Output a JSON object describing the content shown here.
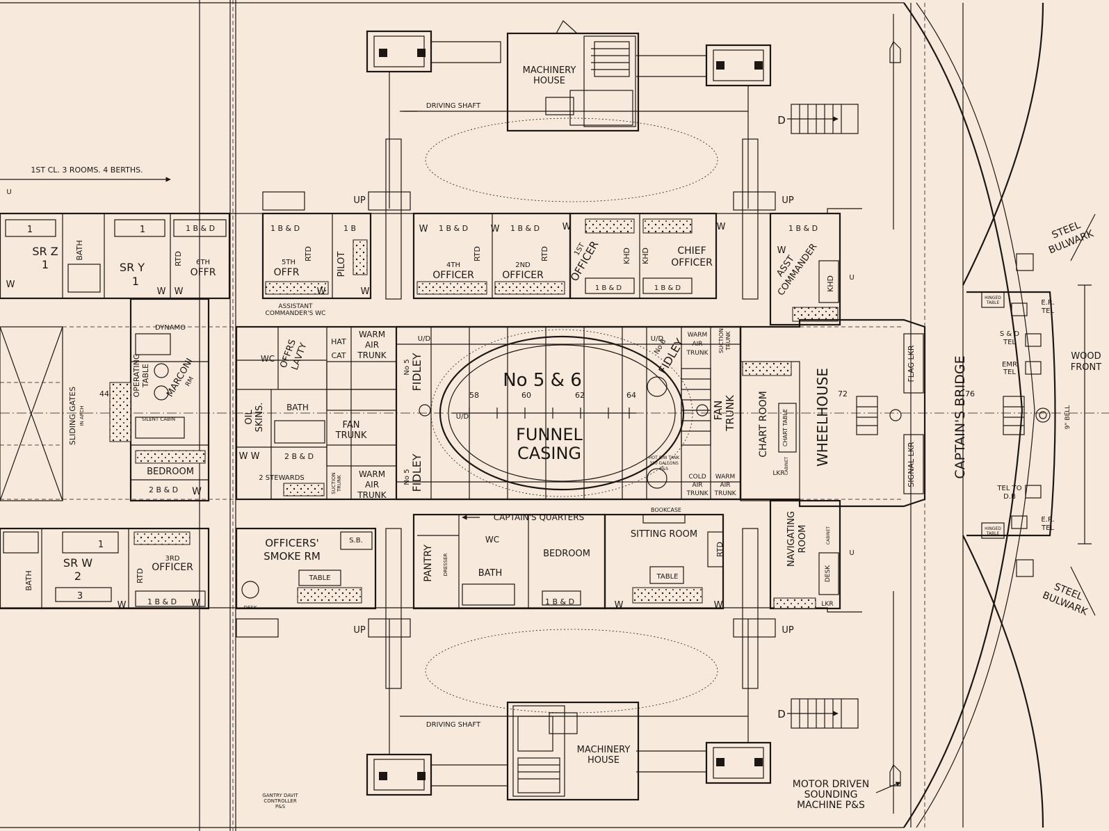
{
  "colors": {
    "paper": "#f7eadd",
    "ink": "#1c1712"
  },
  "labels": {
    "machinery_house_top": [
      "MACHINERY",
      "HOUSE"
    ],
    "machinery_house_bottom": [
      "MACHINERY",
      "HOUSE"
    ],
    "driving_shaft_top": "DRIVING SHAFT",
    "driving_shaft_bottom": "DRIVING SHAFT",
    "first_class_note": "1ST CL. 3 ROOMS.  4 BERTHS.",
    "steel_bulwark_top": [
      "STEEL",
      "BULWARK"
    ],
    "steel_bulwark_bottom": [
      "STEEL",
      "BULWARK"
    ],
    "wood_front": [
      "WOOD",
      "FRONT"
    ],
    "funnel_number": "No 5 & 6",
    "funnel_casing": [
      "FUNNEL",
      "CASING"
    ],
    "frame_numbers": [
      "58",
      "60",
      "62",
      "64"
    ],
    "frame_44": "44",
    "frame_72": "72",
    "frame_76": "76",
    "wheelhouse": "WHEELHOUSE",
    "captains_bridge": "CAPTAIN'S BRIDGE",
    "chart_room": "CHART ROOM",
    "chart_table": "CHART TABLE",
    "flag_lkr": "FLAG LKR",
    "signal_lkr": "SIGNAL LKR",
    "bell": "9\" BELL",
    "captains_quarters": "CAPTAIN'S QUARTERS",
    "sitting_room": "SITTING ROOM",
    "bedroom_captain": "BEDROOM",
    "bath_captain": "BATH",
    "pantry": "PANTRY",
    "dresser": "DRESSER",
    "bookcase": "BOOKCASE",
    "table": "TABLE",
    "officers_smoke_room": [
      "OFFICERS'",
      "SMOKE RM"
    ],
    "sb": "S.B.",
    "desk": "DESK",
    "navigating_room": [
      "NAVIGATING",
      "ROOM"
    ],
    "cabinet": "CABINET",
    "lkr": "LKR",
    "khd": "KHD",
    "rtd": "RTD",
    "w": "W",
    "wc": "WC",
    "up": "UP",
    "d": "D",
    "u": "U",
    "ud": "U/D",
    "one_b_and_d": "1 B & D",
    "one_b": "1 B",
    "two_b_and_d": "2 B & D",
    "one": "1",
    "three": "3",
    "bath": "BATH",
    "sr_z": [
      "SR Z",
      "1"
    ],
    "sr_y": [
      "SR Y",
      "1"
    ],
    "sr_w": [
      "SR W",
      "2"
    ],
    "sixth_officer": [
      "6TH",
      "OFFR"
    ],
    "fifth_officer": [
      "5TH",
      "OFFR"
    ],
    "pilot": "PILOT",
    "fourth_officer": [
      "4TH",
      "OFFICER"
    ],
    "second_officer": [
      "2ND",
      "OFFICER"
    ],
    "first_officer": [
      "1ST",
      "OFFICER"
    ],
    "chief_officer": [
      "CHIEF",
      "OFFICER"
    ],
    "asst_commander": [
      "ASST",
      "COMMANDER"
    ],
    "third_officer": [
      "3RD",
      "OFFICER"
    ],
    "assistant_commanders_wc": [
      "ASSISTANT",
      "COMMANDER'S WC"
    ],
    "officers_lavatory": [
      "OFFRS",
      "LAVTY"
    ],
    "hat": "HAT",
    "cat": "CAT",
    "warm_air_trunk": [
      "WARM",
      "AIR",
      "TRUNK"
    ],
    "cold_air_trunk": [
      "COLD",
      "AIR",
      "TRUNK"
    ],
    "fidley": "FIDLEY",
    "fidley_no5": "No 5",
    "fidley_no6": "No 6",
    "fan_trunk": [
      "FAN",
      "TRUNK"
    ],
    "suction_trunk": [
      "SUCTION",
      "TRUNK"
    ],
    "hot_sw_tank": [
      "HOT S/W TANK",
      "310 GALLONS",
      "P&S"
    ],
    "oil_skins": [
      "OIL",
      "SKINS."
    ],
    "two_stewards": "2 STEWARDS",
    "dynamo": "DYNAMO",
    "operating_table": [
      "OPERATING",
      "TABLE"
    ],
    "marconi_room": [
      "MARCONI",
      "RM"
    ],
    "silent_cabin": "SILENT CABIN",
    "bedroom": "BEDROOM",
    "sliding_gates": [
      "SLIDING GATES",
      "IN ARCH"
    ],
    "hinged_table": [
      "HINGED",
      "TABLE"
    ],
    "er_tel": [
      "E.R.",
      "TEL"
    ],
    "s_d_tel": [
      "S & D",
      "TEL"
    ],
    "emr_tel": [
      "EMR",
      "TEL"
    ],
    "tel_to_db": [
      "TEL TO",
      "D.B"
    ],
    "gantry_davit": [
      "GANTRY DAVIT",
      "CONTROLLER",
      "P&S"
    ],
    "sounding_machine": [
      "MOTOR DRIVEN",
      "SOUNDING",
      "MACHINE P&S"
    ]
  }
}
